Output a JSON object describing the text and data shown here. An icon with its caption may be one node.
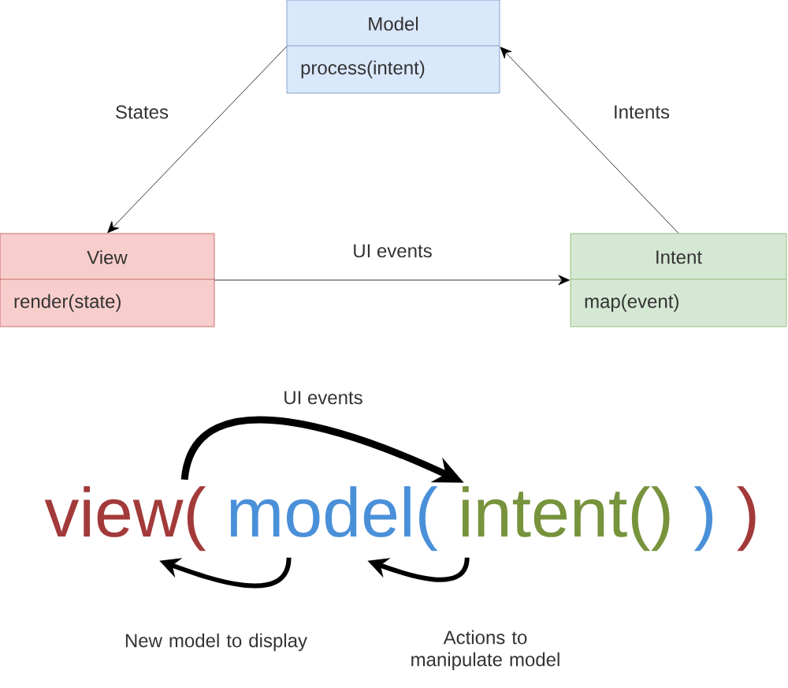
{
  "diagram": {
    "nodes": [
      {
        "text": [
          "Model",
          "process(intent)"
        ]
      },
      {
        "text": [
          "View",
          "render(state)"
        ]
      },
      {
        "text": [
          "Intent",
          "map(event)"
        ]
      },
      {
        "text": [
          "view("
        ]
      },
      {
        "text": [
          "model("
        ]
      },
      {
        "text": [
          "intent()"
        ]
      },
      {
        "text": [
          ")"
        ]
      },
      {
        "text": [
          ")"
        ]
      }
    ],
    "edges": [
      {
        "from": 0,
        "to": 1,
        "arrow": "to",
        "label": "States"
      },
      {
        "from": 1,
        "to": 2,
        "arrow": "to",
        "label": "UI events"
      },
      {
        "from": 2,
        "to": 0,
        "arrow": "to",
        "label": "Intents"
      },
      {
        "from": 3,
        "to": 5,
        "arrow": "to",
        "label": "UI events",
        "style": "thick"
      },
      {
        "from": 4,
        "to": 3,
        "arrow": "to",
        "label": "New model to display",
        "style": "thick"
      },
      {
        "from": 5,
        "to": 4,
        "arrow": "to",
        "label": "Actions to manipulate model",
        "style": "thick"
      }
    ]
  }
}
